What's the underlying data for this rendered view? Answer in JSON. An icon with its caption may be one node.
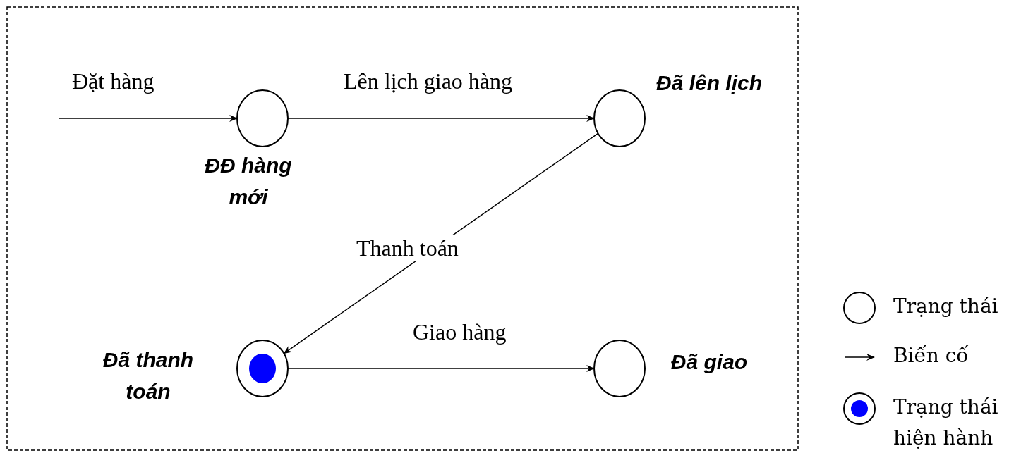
{
  "diagram": {
    "nodes": [
      {
        "text": [
          "ĐĐ hàng mới"
        ]
      },
      {
        "text": [
          "Đã lên lịch"
        ]
      },
      {
        "text": [
          "Đã thanh toán"
        ]
      },
      {
        "text": [
          "Đã giao"
        ]
      }
    ],
    "edges": [
      {
        "from": null,
        "to": 0,
        "arrow": "to",
        "label": "Đặt hàng"
      },
      {
        "from": 0,
        "to": 1,
        "arrow": "to",
        "label": "Lên lịch giao hàng"
      },
      {
        "from": 1,
        "to": 2,
        "arrow": "to",
        "label": "Thanh toán"
      },
      {
        "from": 2,
        "to": 3,
        "arrow": "to",
        "label": "Giao hàng"
      }
    ],
    "legend": [
      {
        "text": "Trạng thái"
      },
      {
        "text": "Biến cố"
      },
      {
        "text": "Trạng thái hiện hành"
      }
    ]
  }
}
